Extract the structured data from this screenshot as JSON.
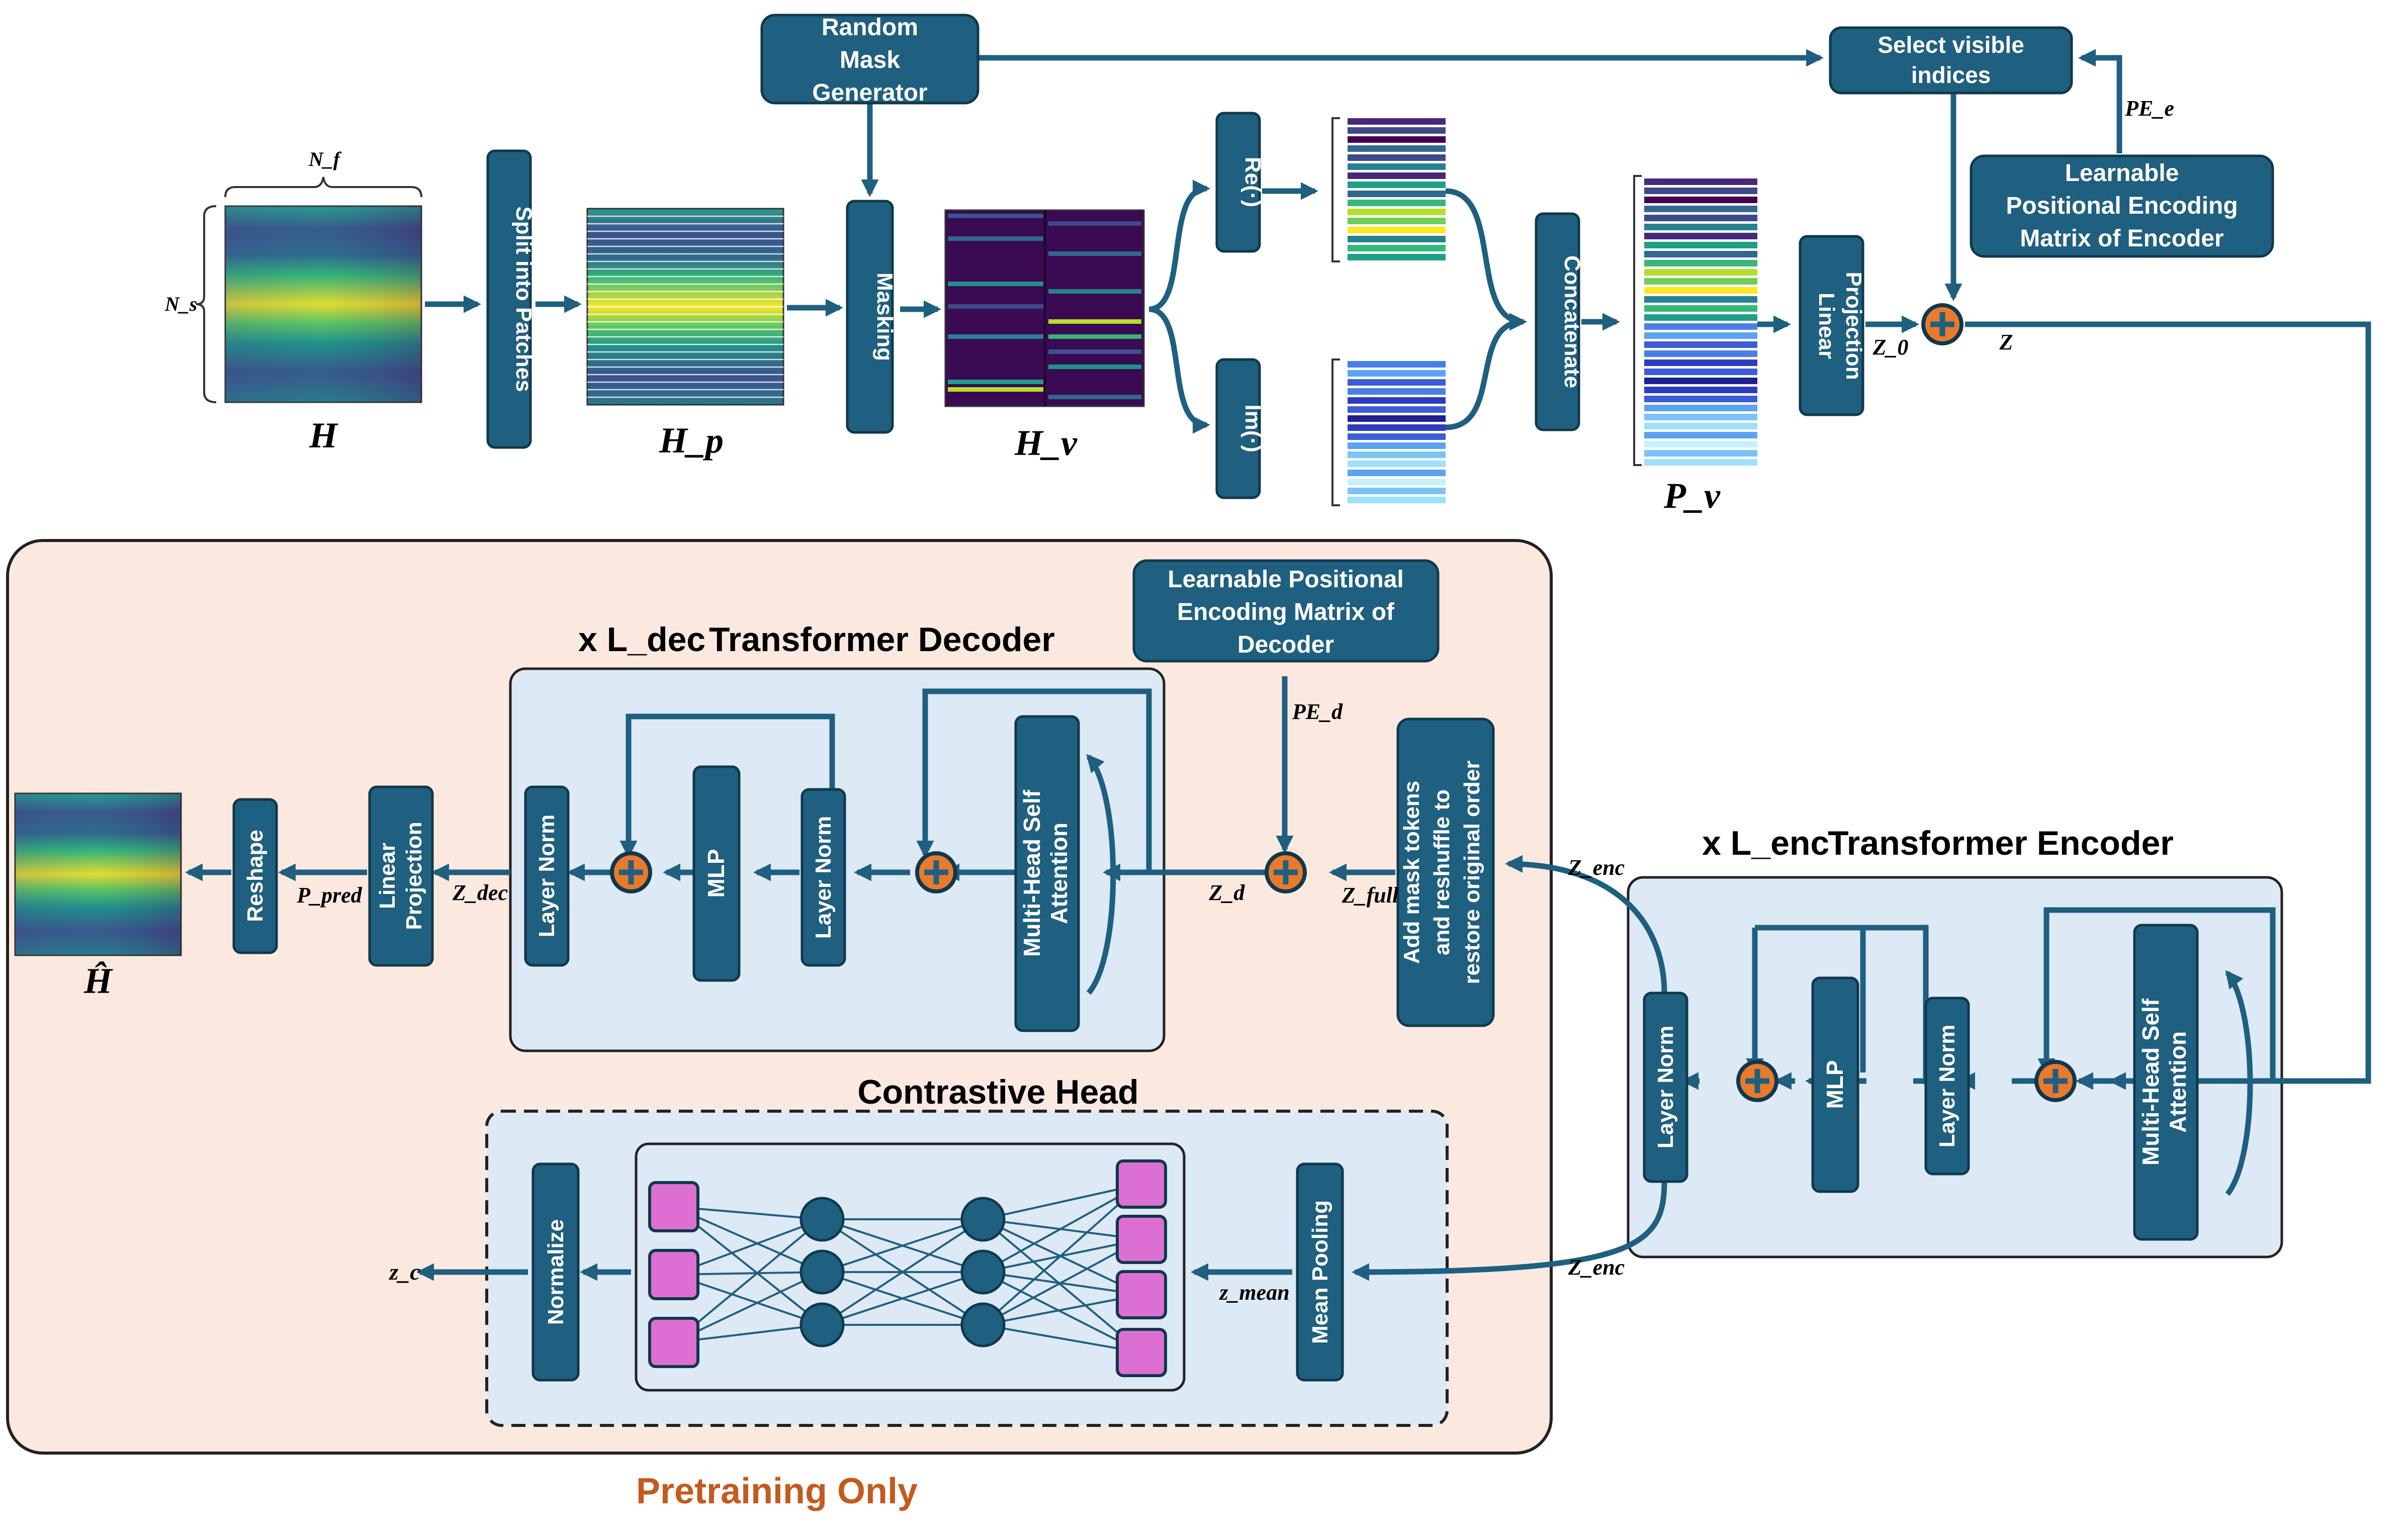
{
  "colors": {
    "block": "#1f5f7f",
    "arrow": "#1f5f7f",
    "pretrain_bg": "#fbe9e0",
    "module_bg": "#dde9f5",
    "plus_node": "#e97a2c",
    "contrastive_square": "#dd6fd2",
    "pretrain_text": "#c55a1e"
  },
  "input": {
    "h_label": "H",
    "nf_label": "N_f",
    "ns_label": "N_s",
    "hp_label": "H_p",
    "hv_label": "H_v",
    "pv_label": "P_v"
  },
  "blocks": {
    "split": "Split into Patches",
    "random_mask": [
      "Random",
      "Mask",
      "Generator"
    ],
    "masking": "Masking",
    "re": "Re(·)",
    "im": "Im(·)",
    "concatenate": "Concatenate",
    "linear_proj_top": [
      "Linear",
      "Projection"
    ],
    "select_visible": [
      "Select visible",
      "indices"
    ],
    "pe_encoder": [
      "Learnable",
      "Positional Encoding",
      "Matrix of Encoder"
    ],
    "pe_decoder": [
      "Learnable Positional",
      "Encoding Matrix of",
      "Decoder"
    ],
    "add_mask_tokens": [
      "Add mask tokens",
      "and reshuffle to",
      "restore original order"
    ],
    "reshape": "Reshape",
    "linear_proj_dec": [
      "Linear",
      "Projection"
    ],
    "layer_norm": "Layer Norm",
    "mlp": "MLP",
    "mhsa": [
      "Multi-Head Self",
      "Attention"
    ],
    "normalize": "Normalize",
    "mean_pooling": "Mean Pooling"
  },
  "symbols": {
    "z0": "Z_0",
    "z": "Z",
    "pe_e": "PE_e",
    "pe_d": "PE_d",
    "z_enc_top": "Z_enc",
    "z_enc_bottom": "Z_enc",
    "z_full": "Z_full",
    "z_d": "Z_d",
    "z_dec": "Z_dec",
    "p_pred": "P_pred",
    "z_mean": "z_mean",
    "z_c": "z_c",
    "h_hat": "Ĥ"
  },
  "titles": {
    "decoder_mult": "x L_dec",
    "decoder": "Transformer Decoder",
    "encoder_mult": "x L_enc",
    "encoder": "Transformer Encoder",
    "contrastive": "Contrastive Head",
    "pretraining": "Pretraining Only"
  }
}
